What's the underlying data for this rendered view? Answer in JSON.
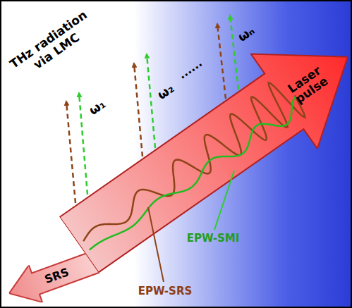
{
  "diagram": {
    "nodes": [
      {
        "text": [
          "Laser pulse"
        ]
      },
      {
        "text": [
          "SRS"
        ]
      }
    ],
    "labels": [
      "THz radiation via LMC",
      "ω₁",
      "ω₂",
      "......",
      "ωₙ",
      "EPW-SMI",
      "EPW-SRS"
    ]
  }
}
